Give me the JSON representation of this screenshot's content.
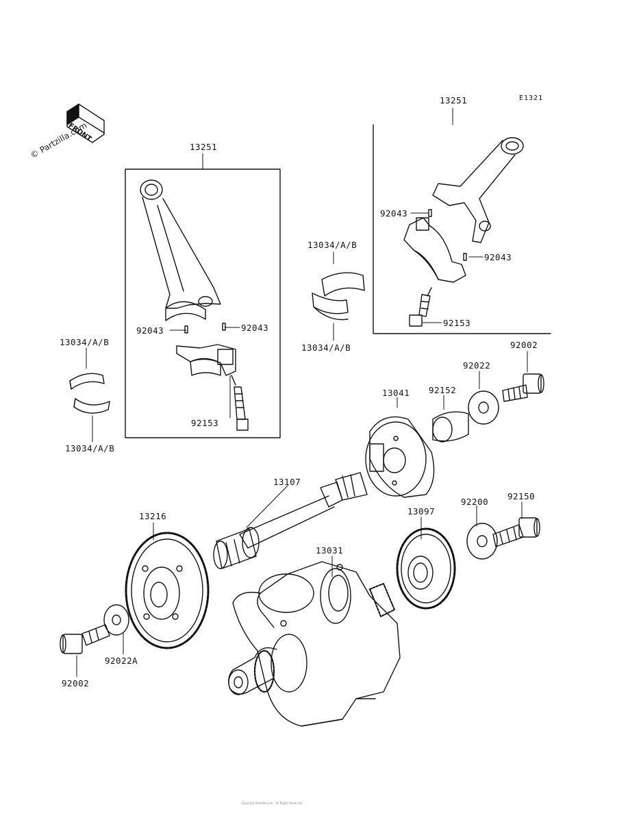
{
  "watermark": "© Partzilla.com",
  "front_label": "FRONT",
  "diagram_ref": "E1321",
  "labels": {
    "l13251_left": "13251",
    "l13251_right": "13251",
    "l13034_top_left": "13034/A/B",
    "l13034_bottom_left": "13034/A/B",
    "l13034_top_mid": "13034/A/B",
    "l13034_bottom_mid": "13034/A/B",
    "l92043_left_a": "92043",
    "l92043_left_b": "92043",
    "l92043_right_a": "92043",
    "l92043_right_b": "92043",
    "l92153_left": "92153",
    "l92153_right": "92153",
    "l92002_right": "92002",
    "l92022": "92022",
    "l92152": "92152",
    "l13041": "13041",
    "l13107": "13107",
    "l92150": "92150",
    "l92200": "92200",
    "l13097": "13097",
    "l13216": "13216",
    "l13031": "13031",
    "l92022A": "92022A",
    "l92002_left": "92002"
  },
  "copyright": "Copyright Partzilla.com - All Rights Reserved"
}
